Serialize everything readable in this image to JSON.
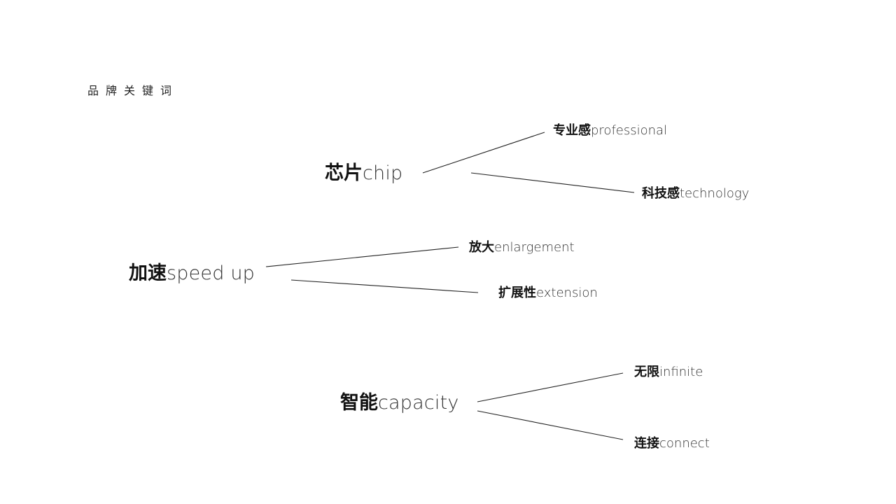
{
  "title": "品牌关键词",
  "groups": [
    {
      "zh": "芯片",
      "en": "chip",
      "children": [
        {
          "zh": "专业感",
          "en": "professional"
        },
        {
          "zh": "科技感",
          "en": "technology"
        }
      ]
    },
    {
      "zh": "加速",
      "en": "speed up",
      "children": [
        {
          "zh": "放大",
          "en": "enlargement"
        },
        {
          "zh": "扩展性",
          "en": "extension"
        }
      ]
    },
    {
      "zh": "智能",
      "en": "capacity",
      "children": [
        {
          "zh": "无限",
          "en": "infinite"
        },
        {
          "zh": "连接",
          "en": "connect"
        }
      ]
    }
  ],
  "colors": {
    "background": "#ffffff",
    "text": "#111111",
    "line": "#222222"
  }
}
